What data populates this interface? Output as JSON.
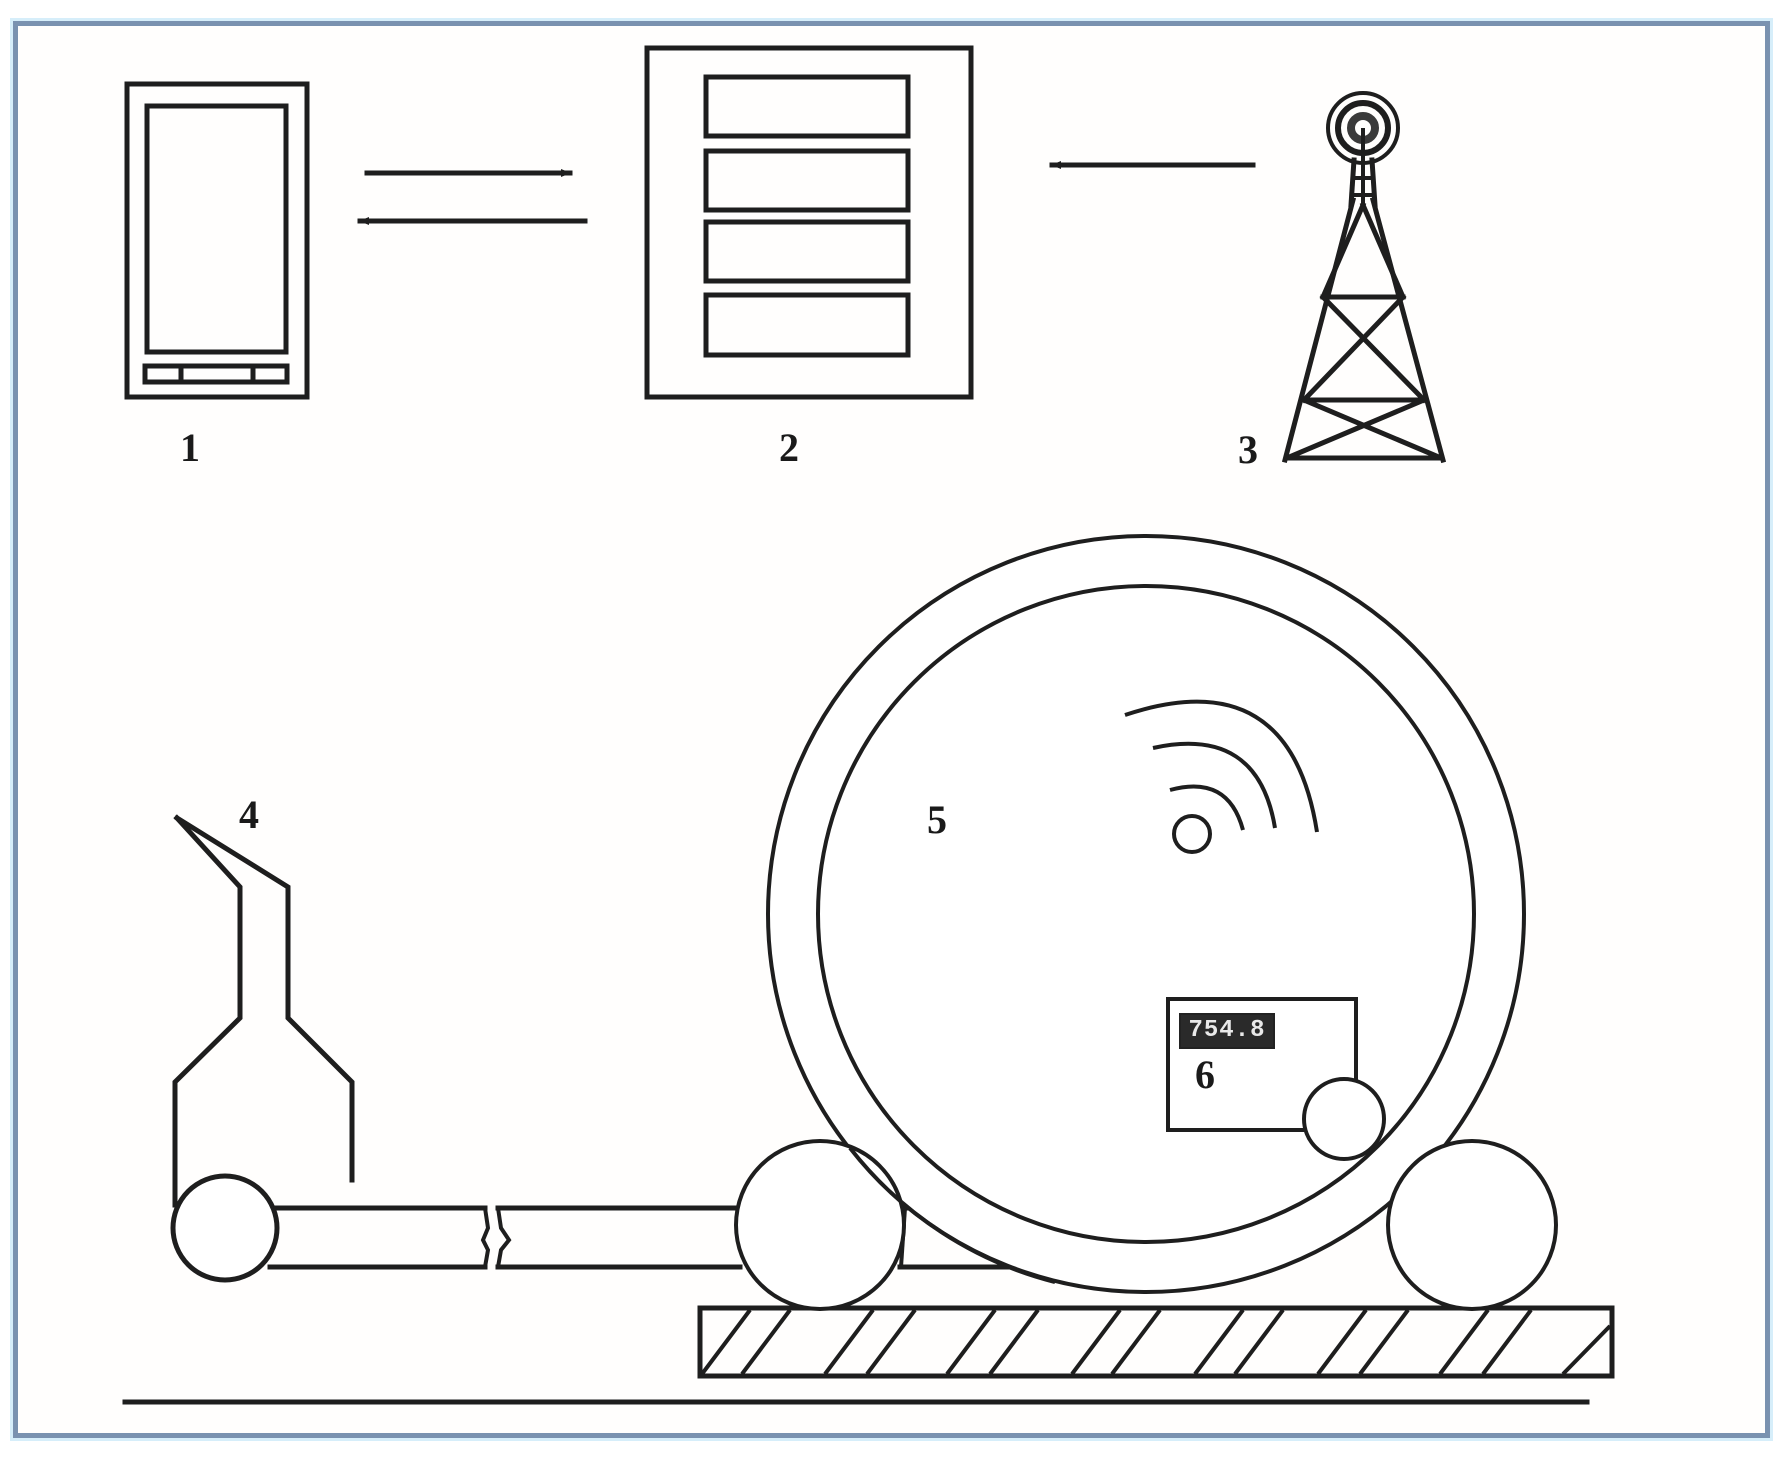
{
  "figure": {
    "type": "system schematic (line drawing)",
    "frame_color": "#7a92b0",
    "line_color": "#1e1e1e"
  },
  "components": [
    {
      "id": "1",
      "label": "1",
      "description": "mobile terminal (phone)"
    },
    {
      "id": "2",
      "label": "2",
      "description": "server / cabinet with four slots"
    },
    {
      "id": "3",
      "label": "3",
      "description": "communication tower with antenna"
    },
    {
      "id": "4",
      "label": "4",
      "description": "handle / push tool with roller"
    },
    {
      "id": "5",
      "label": "5",
      "description": "large wheel with wireless signal"
    },
    {
      "id": "6",
      "label": "6",
      "description": "counter display unit with small wheel"
    }
  ],
  "labels": {
    "l1": "1",
    "l2": "2",
    "l3": "3",
    "l4": "4",
    "l5": "5",
    "l6": "6"
  },
  "display": {
    "reading": "754.8"
  },
  "connections": [
    {
      "from": "1",
      "to": "2",
      "direction": "right-arrow"
    },
    {
      "from": "2",
      "to": "1",
      "direction": "left-arrow"
    },
    {
      "from": "3",
      "to": "2",
      "direction": "left-arrow"
    }
  ]
}
